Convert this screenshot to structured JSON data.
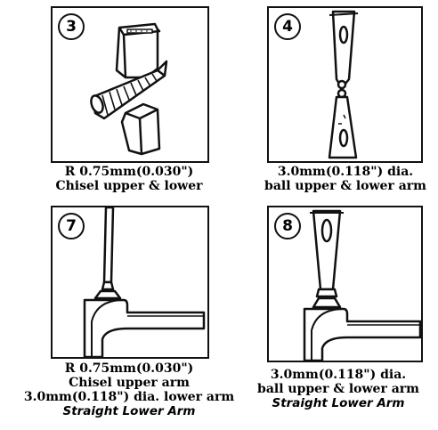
{
  "panels": [
    {
      "number": "3",
      "lines": [
        "R 0.75mm(0.030\")",
        "Chisel upper & lower"
      ]
    },
    {
      "number": "4",
      "lines": [
        "3.0mm(0.118\") dia.",
        "ball upper & lower arm"
      ]
    },
    {
      "number": "7",
      "lines": [
        "R 0.75mm(0.030\")",
        "Chisel upper arm",
        "3.0mm(0.118\") dia.  lower arm",
        "Straight Lower Arm"
      ]
    },
    {
      "number": "8",
      "lines": [
        "3.0mm(0.118\") dia.",
        "ball upper & lower arm",
        "Straight Lower Arm"
      ]
    }
  ]
}
